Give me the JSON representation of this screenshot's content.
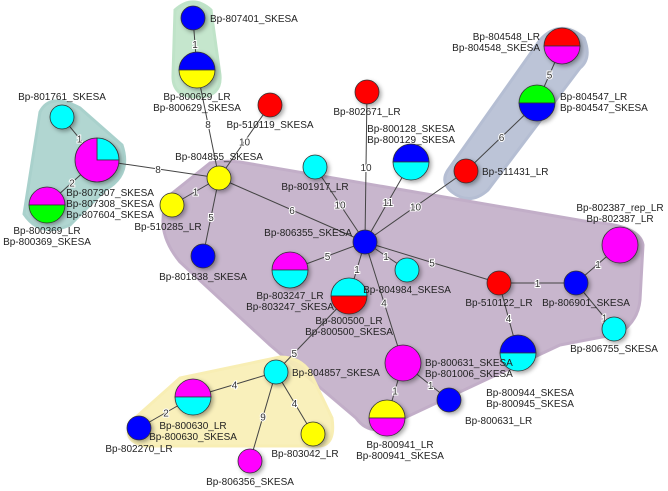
{
  "colors": {
    "blue": "#0000ff",
    "yellow": "#ffff00",
    "red": "#ff0000",
    "cyan": "#00ffff",
    "magenta": "#ff00ff",
    "green": "#00ff00"
  },
  "groups": [
    {
      "id": "g-green",
      "fill": "#bfe3c8",
      "members": [
        "n1",
        "n2"
      ]
    },
    {
      "id": "g-teal",
      "fill": "#a9d1cc",
      "members": [
        "n5",
        "n6",
        "n7"
      ]
    },
    {
      "id": "g-slate",
      "fill": "#b5bed3",
      "members": [
        "n13",
        "n14",
        "n15"
      ]
    },
    {
      "id": "g-purple",
      "fill": "#c2aec8",
      "members": [
        "n4",
        "n8",
        "n9",
        "n10",
        "n12",
        "n16",
        "n17",
        "n18",
        "n19",
        "n20",
        "n21",
        "n22",
        "n23",
        "n24",
        "n25",
        "n26",
        "n27"
      ]
    },
    {
      "id": "g-yellow",
      "fill": "#f8eeb4",
      "members": [
        "n28",
        "n29",
        "n30",
        "n31"
      ]
    }
  ],
  "nodes": [
    {
      "id": "n1",
      "labels": [
        "Bp-807401_SKESA"
      ],
      "segments": [
        {
          "color": "#0000ff",
          "fraction": 1
        }
      ]
    },
    {
      "id": "n2",
      "labels": [
        "Bp-800629_LR",
        "Bp-800629_SKESA"
      ],
      "segments": [
        {
          "color": "#0000ff",
          "fraction": 0.5
        },
        {
          "color": "#ffff00",
          "fraction": 0.5
        }
      ]
    },
    {
      "id": "n3",
      "labels": [
        "Bp-510119_SKESA"
      ],
      "segments": [
        {
          "color": "#ff0000",
          "fraction": 1
        }
      ]
    },
    {
      "id": "n4",
      "labels": [
        "Bp-804855_SKESA"
      ],
      "segments": [
        {
          "color": "#ffff00",
          "fraction": 1
        }
      ]
    },
    {
      "id": "n5",
      "labels": [
        "Bp-801761_SKESA"
      ],
      "segments": [
        {
          "color": "#00ffff",
          "fraction": 1
        }
      ]
    },
    {
      "id": "n6",
      "labels": [
        "Bp-807307_SKESA",
        "Bp-807308_SKESA",
        "Bp-807604_SKESA"
      ],
      "segments": [
        {
          "color": "#00ffff",
          "fraction": 0.25
        },
        {
          "color": "#ff00ff",
          "fraction": 0.75
        }
      ]
    },
    {
      "id": "n7",
      "labels": [
        "Bp-800369_LR",
        "Bp-800369_SKESA"
      ],
      "segments": [
        {
          "color": "#ff00ff",
          "fraction": 0.5
        },
        {
          "color": "#00ff00",
          "fraction": 0.5
        }
      ]
    },
    {
      "id": "n8",
      "labels": [
        "Bp-510285_LR"
      ],
      "segments": [
        {
          "color": "#ffff00",
          "fraction": 1
        }
      ]
    },
    {
      "id": "n9",
      "labels": [
        "Bp-801838_SKESA"
      ],
      "segments": [
        {
          "color": "#0000ff",
          "fraction": 1
        }
      ]
    },
    {
      "id": "n10",
      "labels": [
        "Bp-801917_LR"
      ],
      "segments": [
        {
          "color": "#00ffff",
          "fraction": 1
        }
      ]
    },
    {
      "id": "n11",
      "labels": [
        "Bp-802671_LR"
      ],
      "segments": [
        {
          "color": "#ff0000",
          "fraction": 1
        }
      ]
    },
    {
      "id": "n12",
      "labels": [
        "Bp-800128_SKESA",
        "Bp-800129_SKESA"
      ],
      "segments": [
        {
          "color": "#0000ff",
          "fraction": 0.5
        },
        {
          "color": "#00ffff",
          "fraction": 0.5
        }
      ]
    },
    {
      "id": "n13",
      "labels": [
        "Bp-511431_LR"
      ],
      "segments": [
        {
          "color": "#ff0000",
          "fraction": 1
        }
      ]
    },
    {
      "id": "n14",
      "labels": [
        "Bp-804547_LR",
        "Bp-804547_SKESA"
      ],
      "segments": [
        {
          "color": "#00ff00",
          "fraction": 0.5
        },
        {
          "color": "#0000ff",
          "fraction": 0.5
        }
      ]
    },
    {
      "id": "n15",
      "labels": [
        "Bp-804548_LR",
        "Bp-804548_SKESA"
      ],
      "segments": [
        {
          "color": "#ff0000",
          "fraction": 0.5
        },
        {
          "color": "#ff00ff",
          "fraction": 0.5
        }
      ]
    },
    {
      "id": "n16",
      "labels": [
        "Bp-806355_SKESA"
      ],
      "segments": [
        {
          "color": "#0000ff",
          "fraction": 1
        }
      ]
    },
    {
      "id": "n17",
      "labels": [
        "Bp-803247_LR",
        "Bp-803247_SKESA"
      ],
      "segments": [
        {
          "color": "#ff00ff",
          "fraction": 0.5
        },
        {
          "color": "#00ffff",
          "fraction": 0.5
        }
      ]
    },
    {
      "id": "n18",
      "labels": [
        "Bp-800500_LR",
        "Bp-800500_SKESA"
      ],
      "segments": [
        {
          "color": "#00ffff",
          "fraction": 0.5
        },
        {
          "color": "#ff0000",
          "fraction": 0.5
        }
      ]
    },
    {
      "id": "n19",
      "labels": [
        "Bp-804984_SKESA"
      ],
      "segments": [
        {
          "color": "#00ffff",
          "fraction": 1
        }
      ]
    },
    {
      "id": "n20",
      "labels": [
        "Bp-510122_LR"
      ],
      "segments": [
        {
          "color": "#ff0000",
          "fraction": 1
        }
      ]
    },
    {
      "id": "n21",
      "labels": [
        "Bp-806901_SKESA"
      ],
      "segments": [
        {
          "color": "#0000ff",
          "fraction": 1
        }
      ]
    },
    {
      "id": "n22",
      "labels": [
        "Bp-802387_rep_LR",
        "Bp-802387_LR"
      ],
      "segments": [
        {
          "color": "#ff00ff",
          "fraction": 1
        }
      ]
    },
    {
      "id": "n23",
      "labels": [
        "Bp-806755_SKESA"
      ],
      "segments": [
        {
          "color": "#00ffff",
          "fraction": 1
        }
      ]
    },
    {
      "id": "n24",
      "labels": [
        "Bp-800944_SKESA",
        "Bp-800945_SKESA"
      ],
      "segments": [
        {
          "color": "#0000ff",
          "fraction": 0.5
        },
        {
          "color": "#00ffff",
          "fraction": 0.5
        }
      ]
    },
    {
      "id": "n25",
      "labels": [
        "Bp-800631_SKESA",
        "Bp-801006_SKESA"
      ],
      "segments": [
        {
          "color": "#ff00ff",
          "fraction": 1
        }
      ]
    },
    {
      "id": "n26",
      "labels": [
        "Bp-800631_LR"
      ],
      "segments": [
        {
          "color": "#0000ff",
          "fraction": 1
        }
      ]
    },
    {
      "id": "n27",
      "labels": [
        "Bp-800941_LR",
        "Bp-800941_SKESA"
      ],
      "segments": [
        {
          "color": "#ffff00",
          "fraction": 0.5
        },
        {
          "color": "#ff00ff",
          "fraction": 0.5
        }
      ]
    },
    {
      "id": "n28",
      "labels": [
        "Bp-804857_SKESA"
      ],
      "segments": [
        {
          "color": "#00ffff",
          "fraction": 1
        }
      ]
    },
    {
      "id": "n29",
      "labels": [
        "Bp-800630_LR",
        "Bp-800630_SKESA"
      ],
      "segments": [
        {
          "color": "#ff00ff",
          "fraction": 0.5
        },
        {
          "color": "#00ffff",
          "fraction": 0.5
        }
      ]
    },
    {
      "id": "n30",
      "labels": [
        "Bp-802270_LR"
      ],
      "segments": [
        {
          "color": "#0000ff",
          "fraction": 1
        }
      ]
    },
    {
      "id": "n31",
      "labels": [
        "Bp-803042_LR"
      ],
      "segments": [
        {
          "color": "#ffff00",
          "fraction": 1
        }
      ]
    },
    {
      "id": "n32",
      "labels": [
        "Bp-806356_SKESA"
      ],
      "segments": [
        {
          "color": "#ff00ff",
          "fraction": 1
        }
      ]
    }
  ],
  "edges": [
    {
      "from": "n1",
      "to": "n2",
      "weight": "1"
    },
    {
      "from": "n2",
      "to": "n4",
      "weight": "8"
    },
    {
      "from": "n3",
      "to": "n4",
      "weight": "10"
    },
    {
      "from": "n5",
      "to": "n6",
      "weight": "1"
    },
    {
      "from": "n6",
      "to": "n7",
      "weight": "2"
    },
    {
      "from": "n6",
      "to": "n4",
      "weight": "8"
    },
    {
      "from": "n4",
      "to": "n8",
      "weight": "1"
    },
    {
      "from": "n4",
      "to": "n9",
      "weight": "5"
    },
    {
      "from": "n4",
      "to": "n16",
      "weight": "6"
    },
    {
      "from": "n10",
      "to": "n16",
      "weight": "10"
    },
    {
      "from": "n11",
      "to": "n16",
      "weight": "10"
    },
    {
      "from": "n12",
      "to": "n16",
      "weight": "11"
    },
    {
      "from": "n13",
      "to": "n16",
      "weight": "10"
    },
    {
      "from": "n14",
      "to": "n13",
      "weight": "6"
    },
    {
      "from": "n15",
      "to": "n14",
      "weight": "5"
    },
    {
      "from": "n16",
      "to": "n17",
      "weight": "5"
    },
    {
      "from": "n16",
      "to": "n18",
      "weight": "1"
    },
    {
      "from": "n16",
      "to": "n19",
      "weight": "1"
    },
    {
      "from": "n16",
      "to": "n20",
      "weight": "5"
    },
    {
      "from": "n16",
      "to": "n25",
      "weight": "4"
    },
    {
      "from": "n20",
      "to": "n21",
      "weight": "1"
    },
    {
      "from": "n21",
      "to": "n22",
      "weight": "1"
    },
    {
      "from": "n21",
      "to": "n23",
      "weight": "1"
    },
    {
      "from": "n20",
      "to": "n24",
      "weight": "4"
    },
    {
      "from": "n25",
      "to": "n26",
      "weight": "1"
    },
    {
      "from": "n25",
      "to": "n27",
      "weight": "1"
    },
    {
      "from": "n18",
      "to": "n28",
      "weight": "5"
    },
    {
      "from": "n28",
      "to": "n29",
      "weight": "4"
    },
    {
      "from": "n29",
      "to": "n30",
      "weight": "2"
    },
    {
      "from": "n28",
      "to": "n31",
      "weight": "4"
    },
    {
      "from": "n28",
      "to": "n32",
      "weight": "9"
    }
  ]
}
